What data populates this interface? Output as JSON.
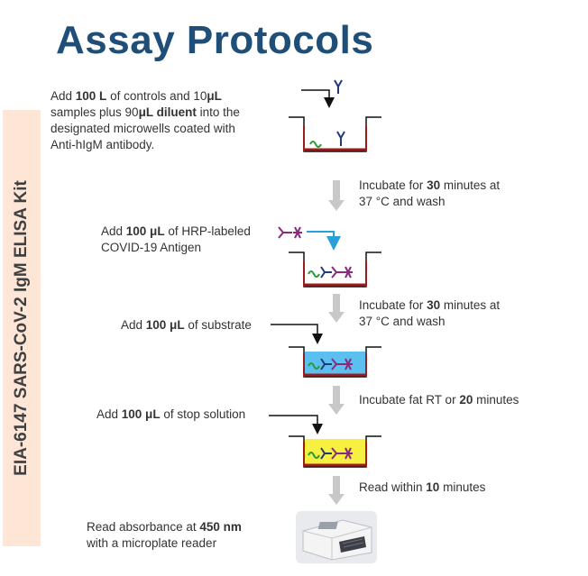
{
  "title": "Assay Protocols",
  "kit_label": "EIA-6147 SARS-CoV-2 IgM ELISA Kit",
  "step1": {
    "line1_pre": "Add ",
    "line1_bold": "100 L",
    "line1_mid": " of controls and 10",
    "line1_bold2": "μL",
    "line2_pre": "samples  plus 90",
    "line2_bold": "μL diluent",
    "line2_post": " into the",
    "line3": "designated microwells coated with",
    "line4": "Anti-hIgM antibody."
  },
  "incubate1": {
    "pre": "Incubate for  ",
    "bold": "30",
    "post": " minutes at",
    "line2": "37 °C and wash"
  },
  "step2": {
    "pre": "Add ",
    "bold": "100 μL",
    "post": " of HRP-labeled",
    "line2": "COVID-19 Antigen"
  },
  "incubate2": {
    "pre": "Incubate for  ",
    "bold": "30",
    "post": " minutes  at",
    "line2": "37 °C and wash"
  },
  "step3": {
    "pre": "Add ",
    "bold": "100 μL",
    "post": " of substrate"
  },
  "incubate3": {
    "pre": "Incubate fat RT or  ",
    "bold": "20",
    "post": " minutes"
  },
  "step4": {
    "pre": "Add ",
    "bold": "100 μL",
    "post": " of stop solution"
  },
  "read_within": {
    "pre": "Read within ",
    "bold": "10",
    "post": " minutes"
  },
  "step5": {
    "pre": "Read absorbance at ",
    "bold": "450 nm",
    "line2": "with a microplate reader"
  },
  "colors": {
    "title": "#1f4e79",
    "sidebar": "#fde6d5",
    "well_outline": "#9b1b1b",
    "substrate": "#5bc0f0",
    "stop": "#f7f040",
    "antibody": "#1f3c7a",
    "antigen": "#8a2a7a",
    "green_strand": "#2a9a3a",
    "gray_arrow": "#c8c8c8",
    "cyan_arrow": "#2aa0d8"
  },
  "icons": [
    "antibody-icon",
    "hrp-antigen-icon",
    "microwell-icon",
    "gray-down-arrow-icon",
    "microplate-reader-icon"
  ]
}
